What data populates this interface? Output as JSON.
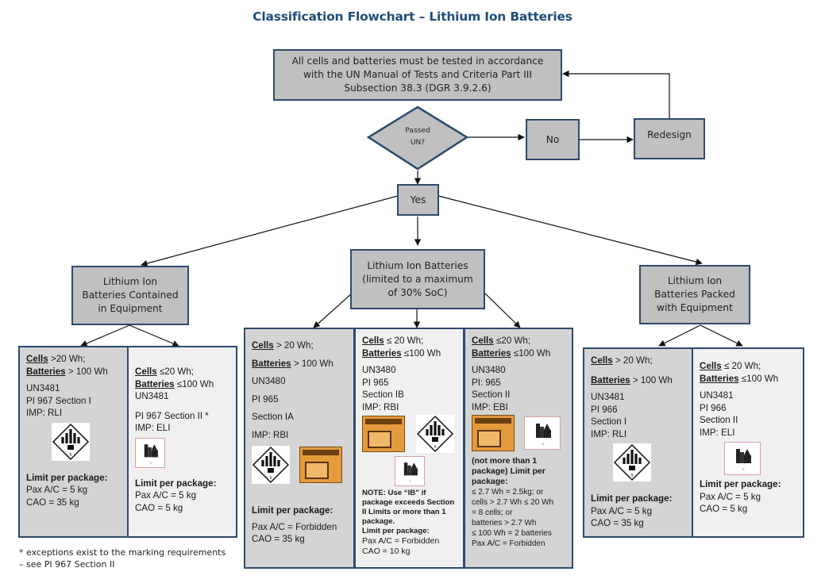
{
  "title": "Classification Flowchart – Lithium Ion Batteries",
  "nodes": {
    "test": [
      "All cells and batteries must be tested in accordance",
      "with the UN Manual of Tests and Criteria Part III",
      "Subsection 38.3 (DGR 3.9.2.6)"
    ],
    "decision": [
      "Passed",
      "UN?"
    ],
    "no": "No",
    "redesign": "Redesign",
    "yes": "Yes",
    "contained": [
      "Lithium Ion",
      "Batteries Contained",
      "in Equipment"
    ],
    "standalone": [
      "Lithium Ion Batteries",
      "(limited to a maximum",
      "of 30% SoC)"
    ],
    "packed": [
      "Lithium Ion",
      "Batteries Packed",
      "with Equipment"
    ]
  },
  "panels": {
    "contained_large": {
      "cells_label": "Cells",
      "cells_value": " >20 Wh;",
      "batteries_label": "Batteries",
      "batteries_value": " > 100 Wh",
      "un": "UN3481",
      "pi": "PI 967 Section I",
      "imp": "IMP: RLI",
      "labels": [
        "class-9-hazard-label"
      ],
      "limit_title": "Limit per package:",
      "pax": "Pax A/C = 5 kg",
      "cao": "CAO = 35 kg"
    },
    "contained_small": {
      "cells_label": "Cells",
      "cells_value": " ≤20 Wh;",
      "batteries_label": "Batteries",
      "batteries_value": " ≤100 Wh",
      "un": "UN3481",
      "pi": "PI 967 Section II *",
      "imp": "IMP: ELI",
      "labels": [
        "lithium-battery-mark"
      ],
      "limit_title": "Limit per package:",
      "pax": "Pax A/C = 5 kg",
      "cao": "CAO = 5 kg"
    },
    "standalone_ia": {
      "cells_label": "Cells",
      "cells_value": " > 20 Wh;",
      "batteries_label": "Batteries",
      "batteries_value": " > 100 Wh",
      "un": "UN3480",
      "pi": "PI 965",
      "section": "Section IA",
      "imp": "IMP: RBI",
      "labels": [
        "class-9-hazard-label",
        "cargo-aircraft-only-label"
      ],
      "limit_title": "Limit per package:",
      "pax": "Pax A/C = Forbidden",
      "cao": "CAO = 35 kg"
    },
    "standalone_ib": {
      "cells_label": "Cells",
      "cells_value": " ≤ 20 Wh;",
      "batteries_label": "Batteries",
      "batteries_value": " ≤100 Wh",
      "un": "UN3480",
      "pi": "PI 965",
      "section": "Section IB",
      "imp": "IMP: RBI",
      "labels": [
        "cargo-aircraft-only-label",
        "class-9-hazard-label",
        "lithium-battery-mark"
      ],
      "note": [
        "NOTE: Use “IB” if",
        "package exceeds Section",
        "II Limits or more than 1",
        "package."
      ],
      "limit_title": "Limit per package:",
      "pax": "Pax A/C = Forbidden",
      "cao": "CAO = 10 kg"
    },
    "standalone_ii": {
      "cells_label": "Cells",
      "cells_value": " ≤20 Wh;",
      "batteries_label": "Batteries",
      "batteries_value": " ≤100 Wh",
      "un": "UN3480",
      "pi": "PI: 965",
      "section": "Section II",
      "imp": "IMP: EBI",
      "labels": [
        "cargo-aircraft-only-label",
        "lithium-battery-mark"
      ],
      "limit_title": [
        "(not more than 1",
        "package) Limit per",
        "package:"
      ],
      "limits": [
        "≤ 2.7 Wh = 2.5kg; or",
        "cells > 2.7 Wh ≤ 20 Wh",
        " = 8 cells; or",
        "batteries > 2.7 Wh",
        "≤ 100 Wh = 2 batteries",
        "Pax A/C = Forbidden"
      ]
    },
    "packed_large": {
      "cells_label": "Cells",
      "cells_value": " > 20 Wh;",
      "batteries_label": "Batteries",
      "batteries_value": " > 100 Wh",
      "un": "UN3481",
      "pi": "PI 966",
      "section": "Section I",
      "imp": "IMP: RLI",
      "labels": [
        "class-9-hazard-label"
      ],
      "limit_title": "Limit per package:",
      "pax": "Pax A/C =  5 kg",
      "cao": "CAO = 35 kg"
    },
    "packed_small": {
      "cells_label": "Cells",
      "cells_value": " ≤ 20 Wh;",
      "batteries_label": "Batteries",
      "batteries_value": " ≤100 Wh",
      "un": "UN3481",
      "pi": "PI 966",
      "section": "Section II",
      "imp": "IMP: ELI",
      "labels": [
        "lithium-battery-mark"
      ],
      "limit_title": "Limit per package:",
      "pax": "Pax A/C = 5 kg",
      "cao": "CAO = 5 kg"
    }
  },
  "footnote": [
    "* exceptions exist to the marking requirements",
    "– see PI 967 Section II"
  ],
  "colors": {
    "title": "#1f4e79",
    "node_fill": "#c0c0c0",
    "node_border": "#2e4a6e",
    "panel_dark": "#d4d4d4",
    "panel_light": "#f0f0f0",
    "cao_label": "#e39b3b"
  }
}
